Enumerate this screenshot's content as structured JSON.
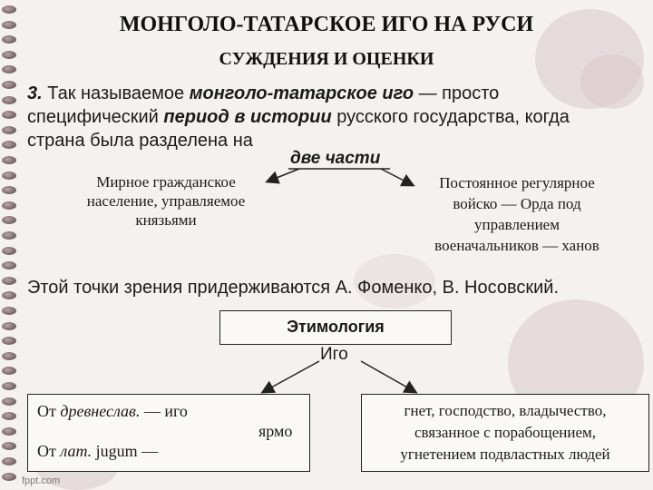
{
  "title": "МОНГОЛО-ТАТАРСКОЕ ИГО НА РУСИ",
  "subtitle": "СУЖДЕНИЯ И ОЦЕНКИ",
  "point": {
    "num": "3.",
    "t1": "Так называемое",
    "t2": "монголо-татарское иго",
    "t3": "— просто",
    "t4": "специфический",
    "t5": "период в истории",
    "t6": "русского государства, когда",
    "t7": "страна была разделена на"
  },
  "two_parts": "две части",
  "left_part": [
    "Мирное гражданское",
    "население, управляемое",
    "князьями"
  ],
  "right_part": [
    "Постоянное регулярное",
    "войско — Орда под",
    "управлением",
    "военачальников — ханов"
  ],
  "viewpoint": "Этой точки зрения придерживаются А. Фоменко, В. Носовский.",
  "etymology": "Этимология",
  "igo": "Иго",
  "left_box": {
    "l1_a": "От",
    "l1_b": "древнеслав.",
    "l1_c": "— иго",
    "yarmo": "ярмо",
    "l2_a": "От",
    "l2_b": "лат.",
    "l2_c": "jugum —"
  },
  "right_box": [
    "гнет, господство, владычество,",
    "связанное с порабощением,",
    "угнетением подвластных людей"
  ],
  "watermark": "fppt.com"
}
